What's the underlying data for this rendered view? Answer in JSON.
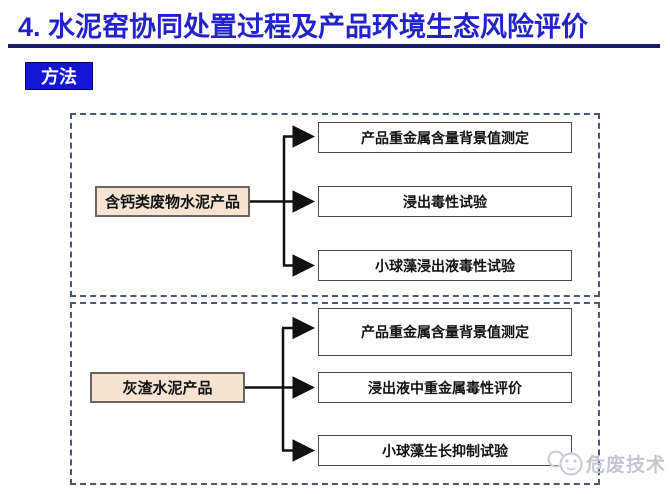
{
  "header": {
    "title": "4. 水泥窑协同处置过程及产品环境生态风险评价",
    "method_label": "方法"
  },
  "panels": [
    {
      "source": "含钙类废物水泥产品",
      "outputs": [
        "产品重金属含量背景值测定",
        "浸出毒性试验",
        "小球藻浸出液毒性试验"
      ]
    },
    {
      "source": "灰渣水泥产品",
      "outputs": [
        "产品重金属含量背景值测定",
        "浸出液中重金属毒性评价",
        "小球藻生长抑制试验"
      ]
    }
  ],
  "watermark": {
    "text": "危废技术",
    "icon": "chat-face-logo"
  },
  "colors": {
    "title_blue": "#2323cd",
    "underline_navy": "#1b1b6e",
    "badge_blue": "#1515d4",
    "dashed_border": "#4d5878",
    "source_box_fill": "#f6e3d2",
    "arrow_black": "#111111",
    "watermark_gray": "#c3c7d1"
  }
}
